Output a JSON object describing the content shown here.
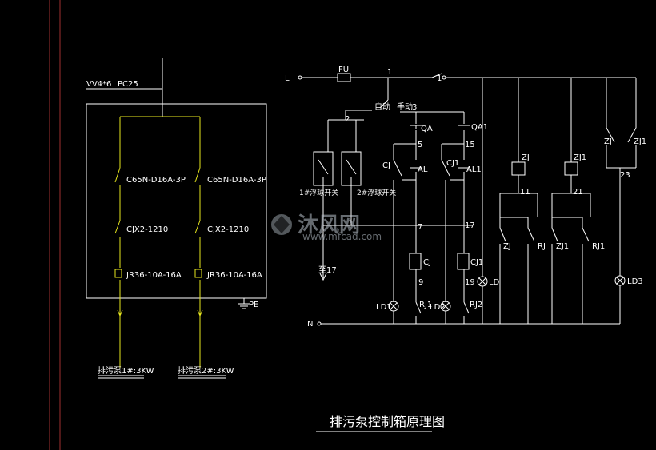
{
  "left_panel": {
    "cable": "VV4*6",
    "conduit": "PC25",
    "breaker": "C65N-D16A-3P",
    "contactor": "CJX2-1210",
    "relay": "JR36-10A-16A",
    "pe": "PE",
    "load1": "排污泵1#:3KW",
    "load2": "排污泵2#:3KW"
  },
  "right_panel": {
    "L": "L",
    "N": "N",
    "fuse": "FU",
    "node_1": "1",
    "node_2": "2",
    "node_3": "3",
    "auto": "自动",
    "manual": "手动",
    "QA": "QA",
    "QA1": "QA1",
    "node_5": "5",
    "node_15": "15",
    "CJ": "CJ",
    "CJ1": "CJ1",
    "AL": "AL",
    "AL1": "AL1",
    "float1": "1#浮球开关",
    "float2": "2#浮球开关",
    "node_7": "7",
    "node_17": "17",
    "node_9": "9",
    "node_19": "19",
    "to17": "至17",
    "LD1": "LD1",
    "LD2": "LD2",
    "LD": "LD",
    "LD3": "LD3",
    "RJ1": "RJ1",
    "RJ2": "RJ2",
    "ZJ": "ZJ",
    "ZJ1": "ZJ1",
    "RJ": "RJ",
    "node_11": "11",
    "node_21": "21",
    "node_23": "23"
  },
  "title": "排污泵控制箱原理图",
  "watermark": {
    "brand": "沐风网",
    "url": "www.mfcad.com"
  },
  "colors": {
    "background": "#000000",
    "line": "#ffffff",
    "phase": "#e8e81e",
    "border": "#a03030"
  }
}
